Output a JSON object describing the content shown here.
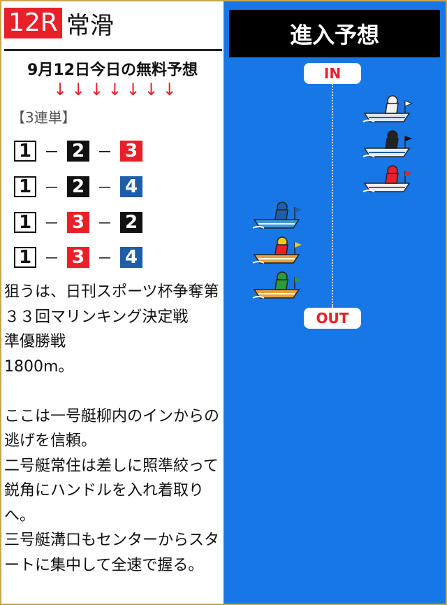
{
  "race": {
    "number": "12R",
    "venue": "常滑",
    "date_title": "9月12日今日の無料予想",
    "arrows": "↓↓↓↓↓↓↓",
    "bet_type": "【3連単】",
    "dash": "－",
    "combos": [
      [
        "1",
        "2",
        "3"
      ],
      [
        "1",
        "2",
        "4"
      ],
      [
        "1",
        "3",
        "2"
      ],
      [
        "1",
        "3",
        "4"
      ]
    ],
    "description": "狙うは、日刊スポーツ杯争奪第３３回マリンキング決定戦　 準優勝戦\n1800m。\n\nここは一号艇柳内のインからの逃げを信頼。\n二号艇常住は差しに照準絞って鋭角にハンドルを入れ着取りへ。\n三号艇溝口もセンターからスタートに集中して全速で握る。"
  },
  "entry": {
    "title": "進入予想",
    "in_label": "IN",
    "out_label": "OUT",
    "boats": [
      {
        "lane": 1,
        "racer_color": "#f2f2f2",
        "flag": "#ffffff",
        "hull": "#dde6f0"
      },
      {
        "lane": 2,
        "racer_color": "#222222",
        "flag": "#111111",
        "hull": "#e9eef5"
      },
      {
        "lane": 3,
        "racer_color": "#e8202a",
        "flag": "#e8202a",
        "hull": "#eef1f6"
      },
      {
        "lane": 4,
        "racer_color": "#1e5ea8",
        "flag": "#1e5ea8",
        "hull": "#3a9ad9"
      },
      {
        "lane": 5,
        "racer_color": "#f2c81e",
        "flag": "#f2c81e",
        "hull": "#e8a23a"
      },
      {
        "lane": 6,
        "racer_color": "#2e9a3e",
        "flag": "#2e9a3e",
        "hull": "#e8a23a"
      }
    ]
  }
}
